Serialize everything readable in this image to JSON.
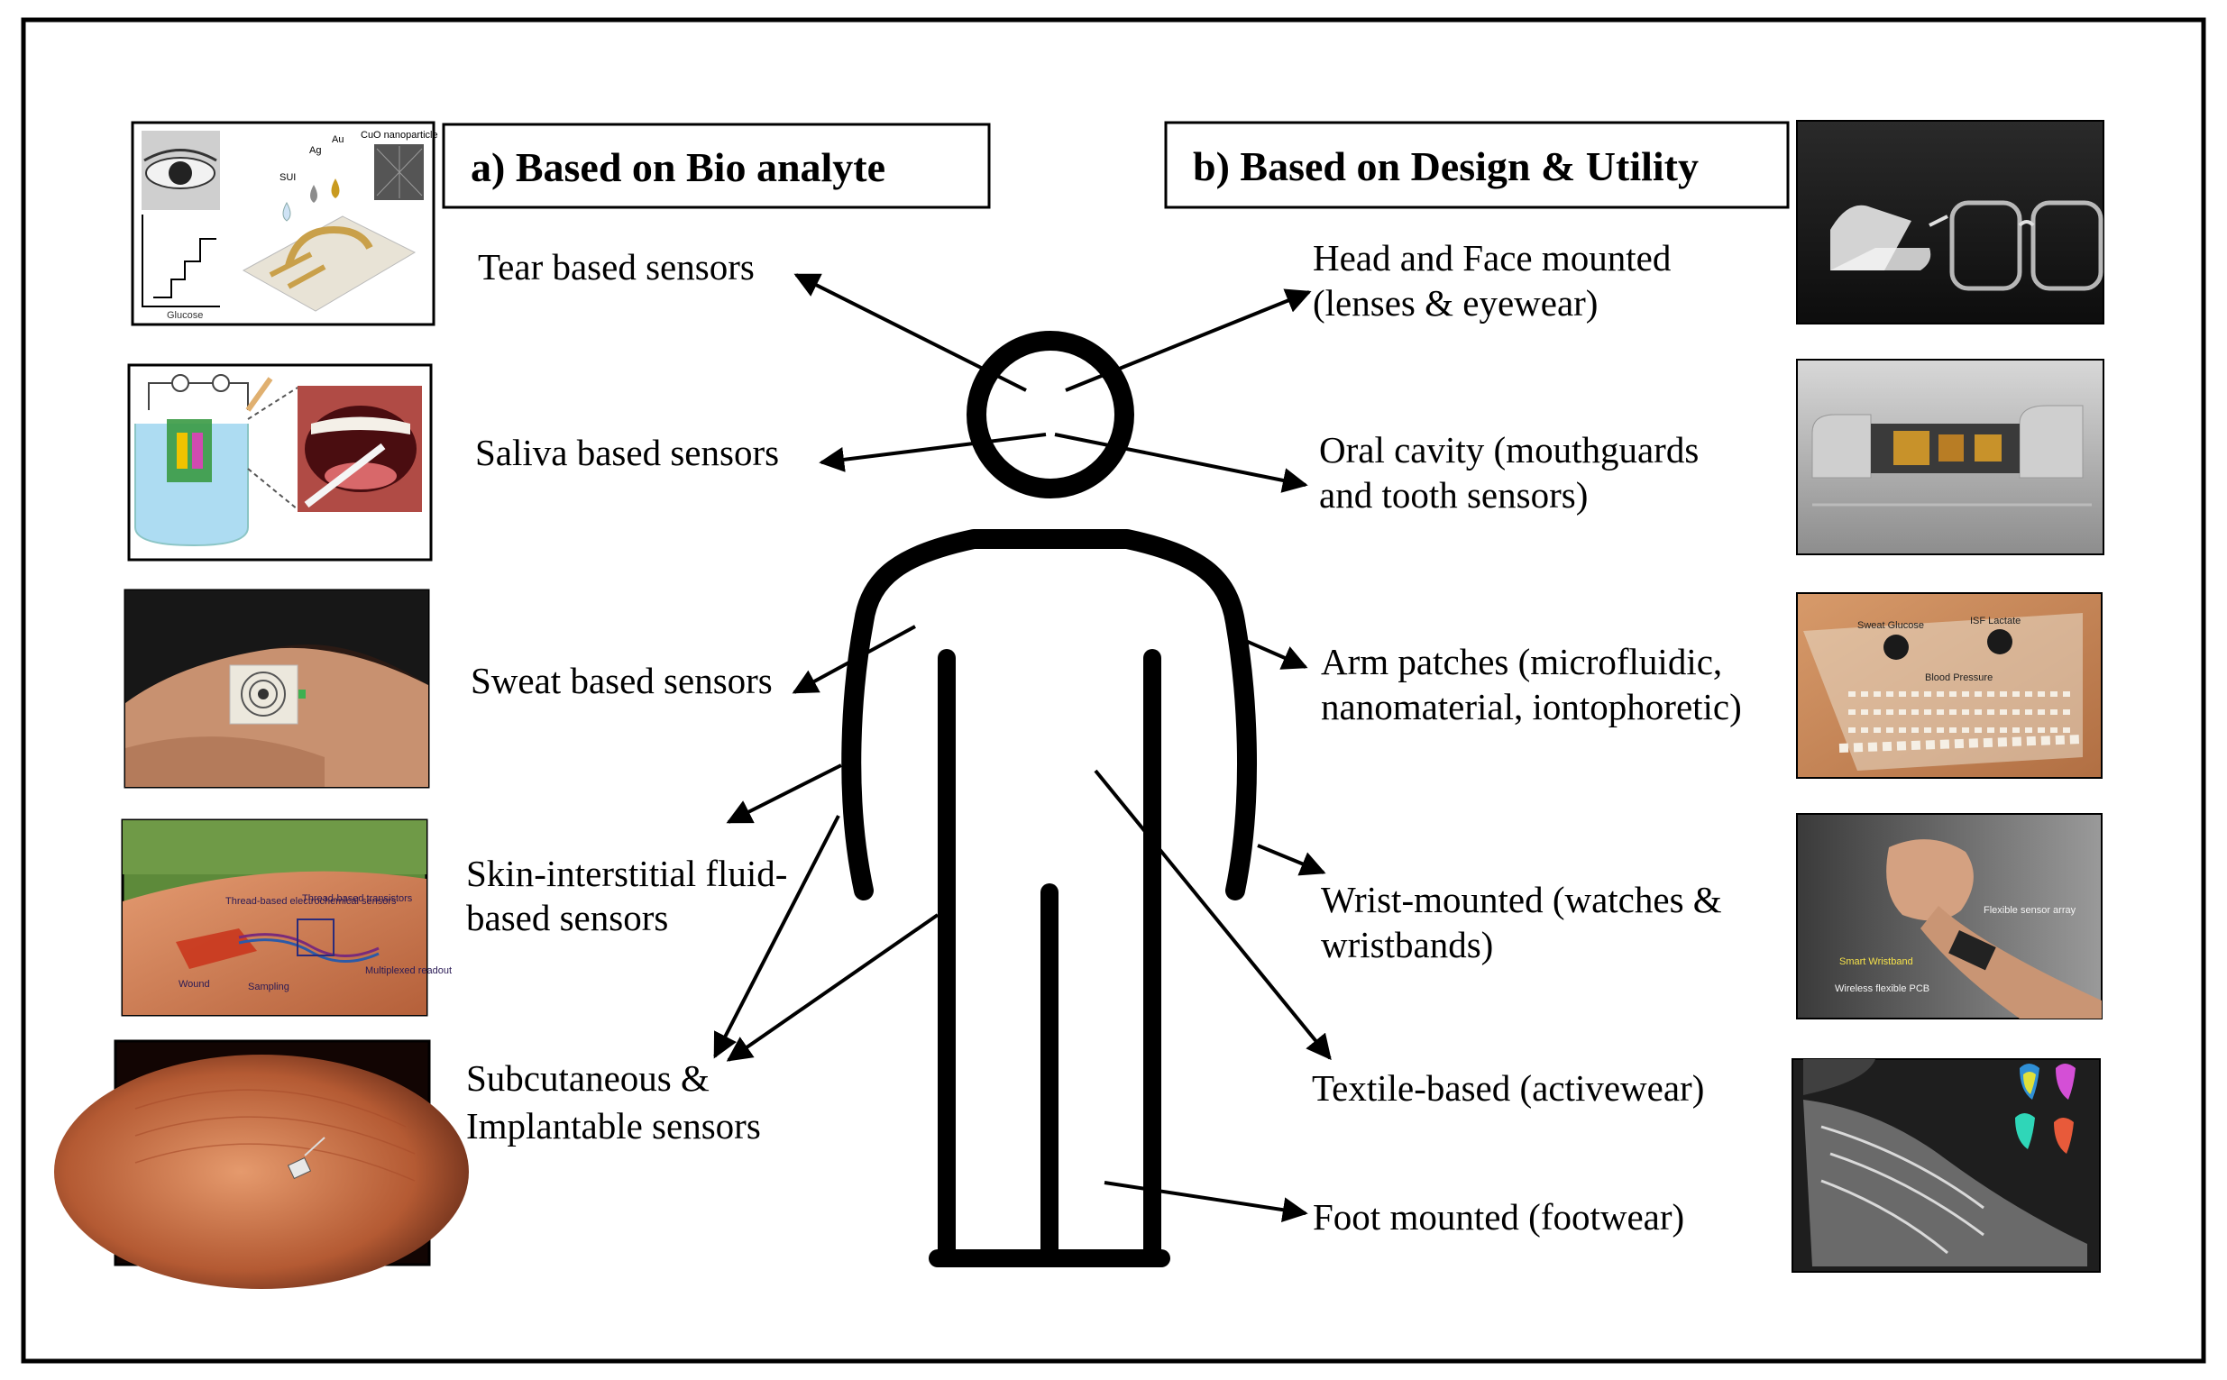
{
  "headers": {
    "left": "a) Based on Bio analyte",
    "right": "b) Based on Design & Utility"
  },
  "left_labels": [
    {
      "id": "tear",
      "lines": [
        "Tear based sensors"
      ]
    },
    {
      "id": "saliva",
      "lines": [
        "Saliva based sensors"
      ]
    },
    {
      "id": "sweat",
      "lines": [
        "Sweat based sensors"
      ]
    },
    {
      "id": "isf",
      "lines": [
        "Skin-interstitial fluid-",
        "based sensors"
      ]
    },
    {
      "id": "subcutaneous",
      "lines": [
        "Subcutaneous &",
        "Implantable sensors"
      ]
    }
  ],
  "right_labels": [
    {
      "id": "head",
      "lines": [
        "Head and Face mounted",
        "(lenses & eyewear)"
      ]
    },
    {
      "id": "oral",
      "lines": [
        "Oral cavity (mouthguards",
        "and tooth sensors)"
      ]
    },
    {
      "id": "arm",
      "lines": [
        "Arm patches (microfluidic,",
        "nanomaterial, iontophoretic)"
      ]
    },
    {
      "id": "wrist",
      "lines": [
        "Wrist-mounted (watches &",
        "wristbands)"
      ]
    },
    {
      "id": "textile",
      "lines": [
        "Textile-based (activewear)"
      ]
    },
    {
      "id": "foot",
      "lines": [
        "Foot mounted (footwear)"
      ]
    }
  ],
  "images": {
    "tear": {
      "icon": "eye-sensor-photo",
      "captions": [
        "SUI",
        "Ag",
        "Au",
        "CuO nanoparticle",
        "Glucose"
      ]
    },
    "saliva": {
      "icon": "mouth-sensor-photo"
    },
    "sweat": {
      "icon": "forehead-patch-photo"
    },
    "isf": {
      "icon": "arm-thread-sensor-photo",
      "captions": [
        "Thread-based electrochemical sensors",
        "Thread-based transistors",
        "Multiplexed readout",
        "Wound",
        "Sampling"
      ]
    },
    "implant": {
      "icon": "fingertip-implant-photo"
    },
    "eyewear": {
      "icon": "eyeglasses-photo"
    },
    "mouthguard": {
      "icon": "mouthguard-photo"
    },
    "armpatch": {
      "icon": "arm-patch-photo",
      "captions": [
        "Sweat Glucose",
        "ISF Lactate",
        "Blood Pressure"
      ]
    },
    "wrist": {
      "icon": "wrist-band-photo",
      "captions": [
        "Flexible sensor array",
        "Smart Wristband",
        "Wireless flexible PCB"
      ]
    },
    "foot": {
      "icon": "smart-shoe-photo"
    }
  },
  "colors": {
    "ink": "#000000",
    "frame": "#000000",
    "skin": "#c97a55",
    "skin_dark": "#8a3d22"
  }
}
